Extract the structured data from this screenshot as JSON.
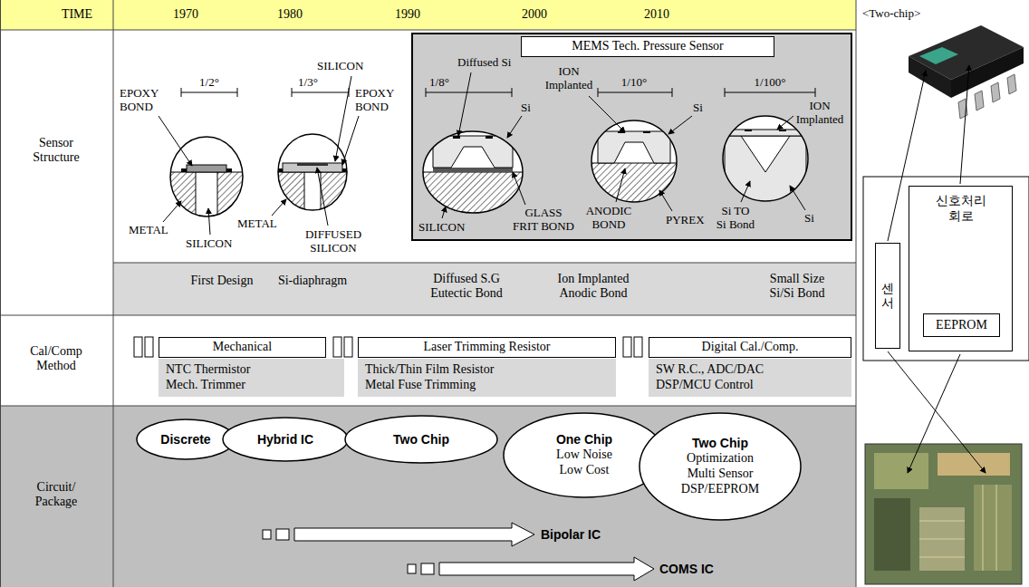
{
  "diagram": {
    "nodes": [
      {
        "text": [
          "MEMS Tech. Pressure Sensor"
        ]
      },
      {
        "text": [
          "Mechanical"
        ]
      },
      {
        "text": [
          "NTC Thermistor Mech. Trimmer"
        ]
      },
      {
        "text": [
          "Laser Trimming Resistor"
        ]
      },
      {
        "text": [
          "Thick/Thin Film Resistor Metal Fuse Trimming"
        ]
      },
      {
        "text": [
          "Digital Cal./Comp."
        ]
      },
      {
        "text": [
          "SW R.C., ADC/DAC DSP/MCU Control"
        ]
      },
      {
        "text": [
          "Discrete"
        ]
      },
      {
        "text": [
          "Hybrid IC"
        ]
      },
      {
        "text": [
          "Two Chip"
        ]
      },
      {
        "text": [
          "One Chip",
          "Low Noise Low Cost"
        ]
      },
      {
        "text": [
          "Two Chip",
          "Optimization Multi Sensor DSP/EEPROM"
        ]
      },
      {
        "text": [
          "센서"
        ]
      },
      {
        "text": [
          "신호처리 회로"
        ]
      },
      {
        "text": [
          "EEPROM"
        ],
        "in": 13
      }
    ],
    "labels": [
      "TIME",
      "1970",
      "1980",
      "1990",
      "2000",
      "2010",
      "<Two-chip>",
      "Sensor Structure",
      "Cal/Comp Method",
      "Circuit/ Package",
      "EPOXY BOND",
      "1/2°",
      "METAL",
      "SILICON",
      "SILICON",
      "1/3°",
      "EPOXY BOND",
      "METAL",
      "DIFFUSED SILICON",
      "Diffused Si",
      "1/8°",
      "Si",
      "SILICON",
      "GLASS FRIT BOND",
      "ION Implanted",
      "1/10°",
      "Si",
      "ANODIC BOND",
      "PYREX",
      "1/100°",
      "ION Implanted",
      "Si TO Si Bond",
      "Si",
      "First Design",
      "Si-diaphragm",
      "Diffused S.G Eutectic Bond",
      "Ion Implanted Anodic Bond",
      "Small Size Si/Si Bond",
      "Bipolar IC",
      "COMS IC"
    ]
  }
}
